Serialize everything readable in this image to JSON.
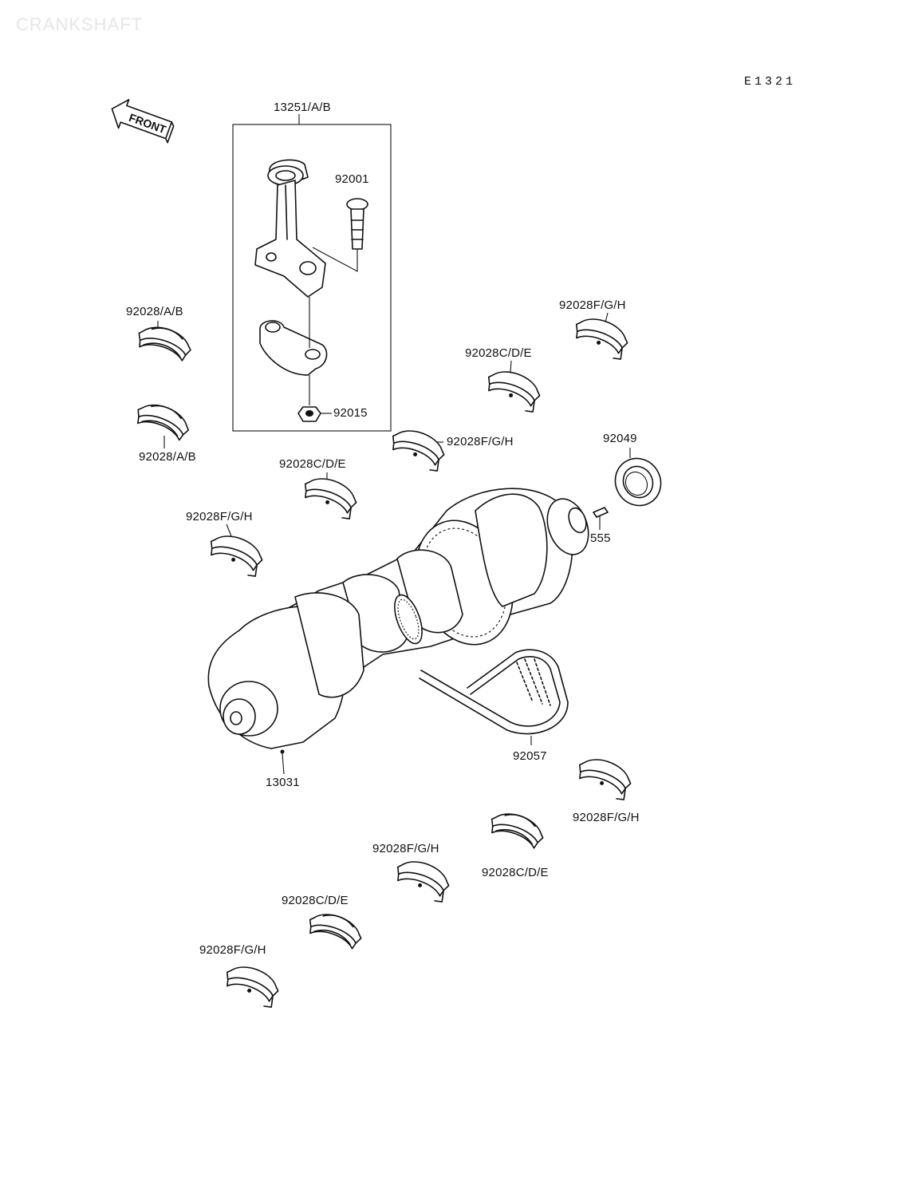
{
  "header": {
    "watermark": "CRANKSHAFT",
    "diagram_code": "E1321",
    "front_label": "FRONT"
  },
  "labels": {
    "conrod_assy": "13251/A/B",
    "bolt": "92001",
    "nut": "92015",
    "oil_seal": "92049",
    "dowel_pin": "555",
    "chain": "92057",
    "crankshaft": "13031",
    "bearing_ab_top": "92028/A/B",
    "bearing_ab_bottom": "92028/A/B",
    "bearing_fgh_1": "92028F/G/H",
    "bearing_cde_1": "92028C/D/E",
    "bearing_fgh_2": "92028F/G/H",
    "bearing_cde_2": "92028C/D/E",
    "bearing_fgh_3": "92028F/G/H",
    "bearing_fgh_4": "92028F/G/H",
    "bearing_cde_3": "92028C/D/E",
    "bearing_fgh_5": "92028F/G/H",
    "bearing_cde_4": "92028C/D/E",
    "bearing_fgh_6": "92028F/G/H"
  }
}
